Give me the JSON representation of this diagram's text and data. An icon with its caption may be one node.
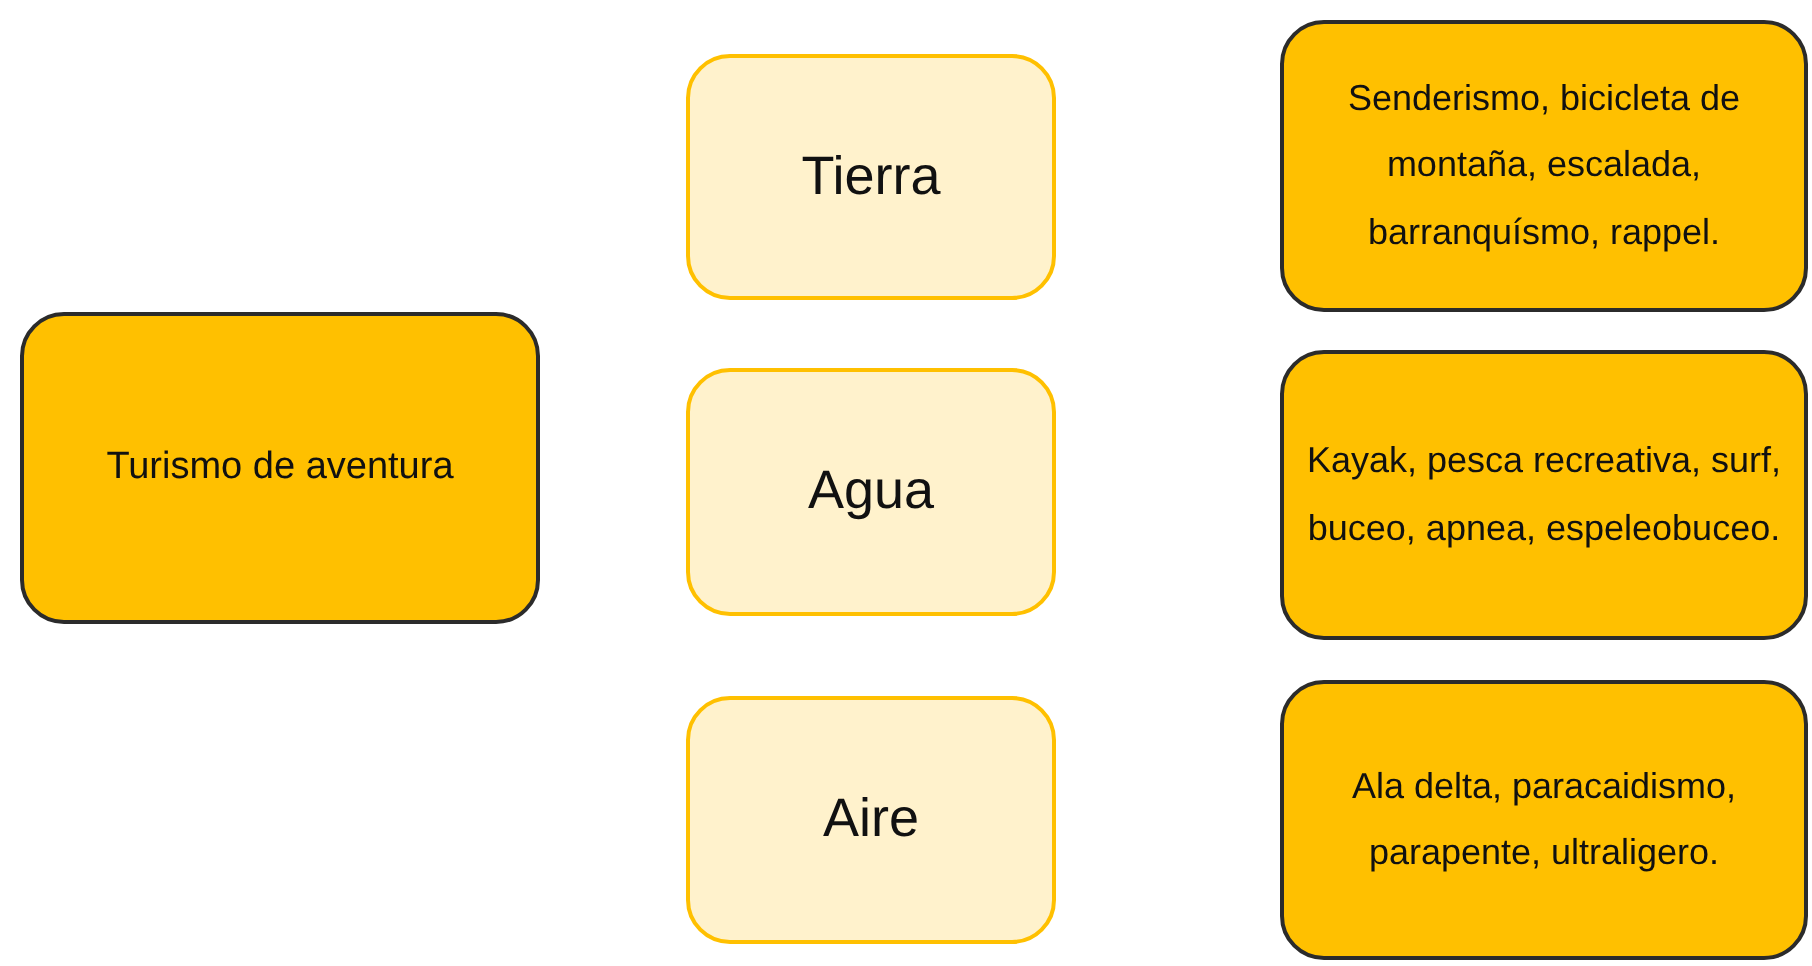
{
  "diagram": {
    "nodes": [
      {
        "text": [
          "Turismo de aventura"
        ]
      },
      {
        "text": [
          "Tierra"
        ]
      },
      {
        "text": [
          "Agua"
        ]
      },
      {
        "text": [
          "Aire"
        ]
      },
      {
        "text": [
          "Senderismo, bicicleta de montaña, escalada, barranquísmo, rappel."
        ]
      },
      {
        "text": [
          "Kayak, pesca recreativa, surf, buceo, apnea, espeleobuceo."
        ]
      },
      {
        "text": [
          "Ala delta, paracaidismo, parapente, ultraligero."
        ]
      }
    ]
  }
}
